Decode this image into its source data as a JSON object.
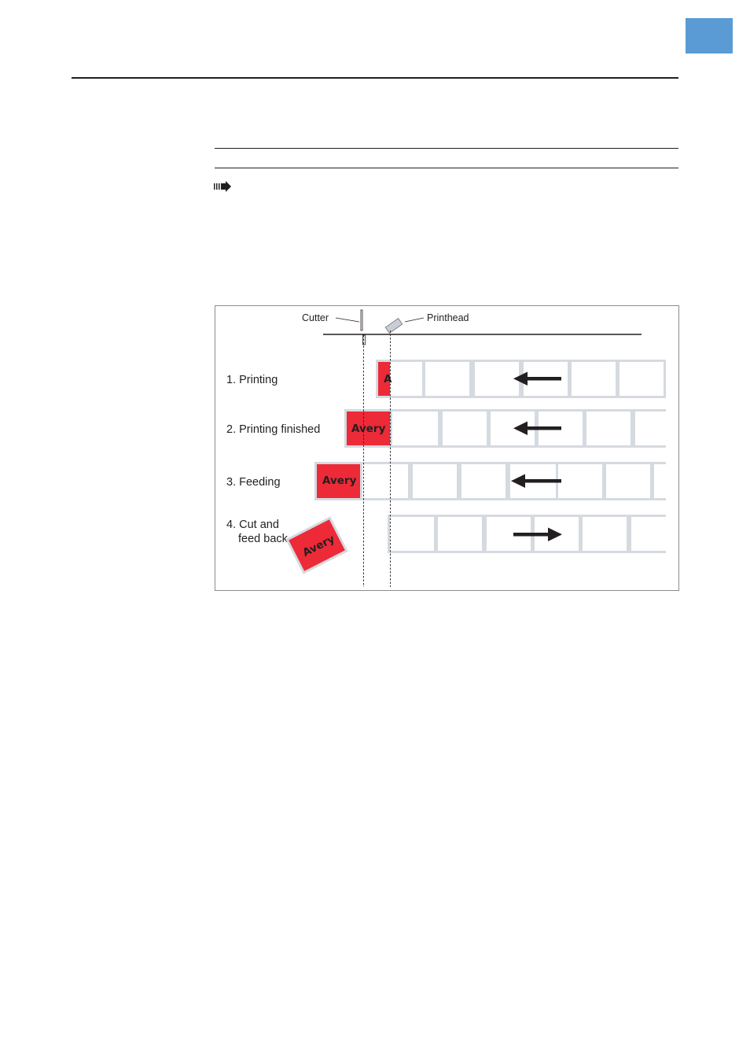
{
  "page": {
    "accent_color": "#5b9bd5",
    "bullet_icon": "arrow-right-icon"
  },
  "figure": {
    "callouts": {
      "cutter": "Cutter",
      "printhead": "Printhead"
    },
    "steps": {
      "printing": "1. Printing",
      "printing_finished": "2. Printing finished",
      "feeding": "3. Feeding",
      "cut_line1": "4. Cut and",
      "cut_line2": "feed back"
    },
    "label_text": "Avery",
    "label_text_partial": "A",
    "label_color": "#ed2a38",
    "liner_color": "#d5dae0",
    "direction_icons": [
      "arrow-left-icon",
      "arrow-left-icon",
      "arrow-left-icon",
      "arrow-right-icon"
    ]
  }
}
